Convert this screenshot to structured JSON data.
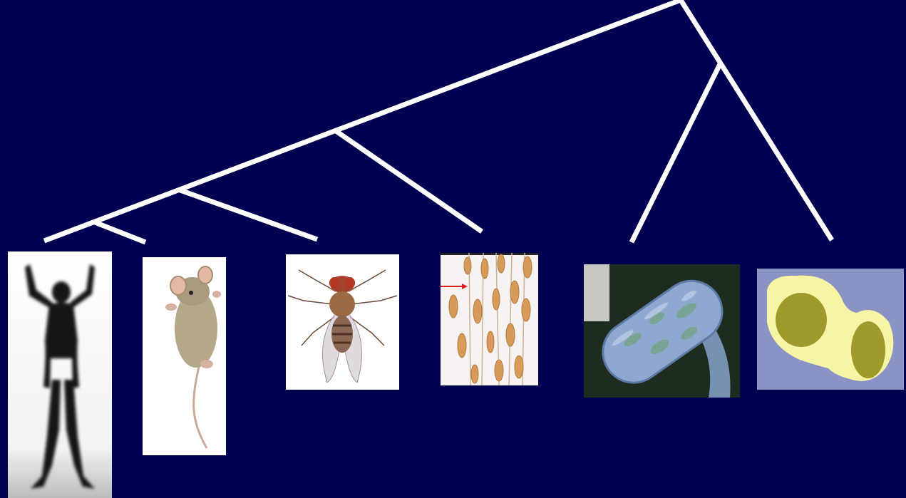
{
  "diagram": {
    "type": "phylogenetic-tree",
    "background_color": "#000050",
    "branch_color": "#ffffff",
    "taxa": [
      {
        "id": "human",
        "icon": "human-silhouette-icon"
      },
      {
        "id": "mouse",
        "icon": "mouse-icon"
      },
      {
        "id": "fruit-fly",
        "icon": "fruit-fly-icon"
      },
      {
        "id": "rice",
        "icon": "rice-grains-icon"
      },
      {
        "id": "e-coli",
        "icon": "rod-bacterium-icon"
      },
      {
        "id": "yeast",
        "icon": "budding-yeast-icon"
      }
    ],
    "clades": [
      {
        "id": "root",
        "children": [
          "animals-plants",
          "microbes"
        ]
      },
      {
        "id": "animals-plants",
        "children": [
          "animals",
          "rice"
        ]
      },
      {
        "id": "animals",
        "children": [
          "vertebrates",
          "fruit-fly"
        ]
      },
      {
        "id": "vertebrates",
        "children": [
          "human",
          "mouse"
        ]
      },
      {
        "id": "microbes",
        "children": [
          "e-coli",
          "yeast"
        ]
      }
    ]
  }
}
